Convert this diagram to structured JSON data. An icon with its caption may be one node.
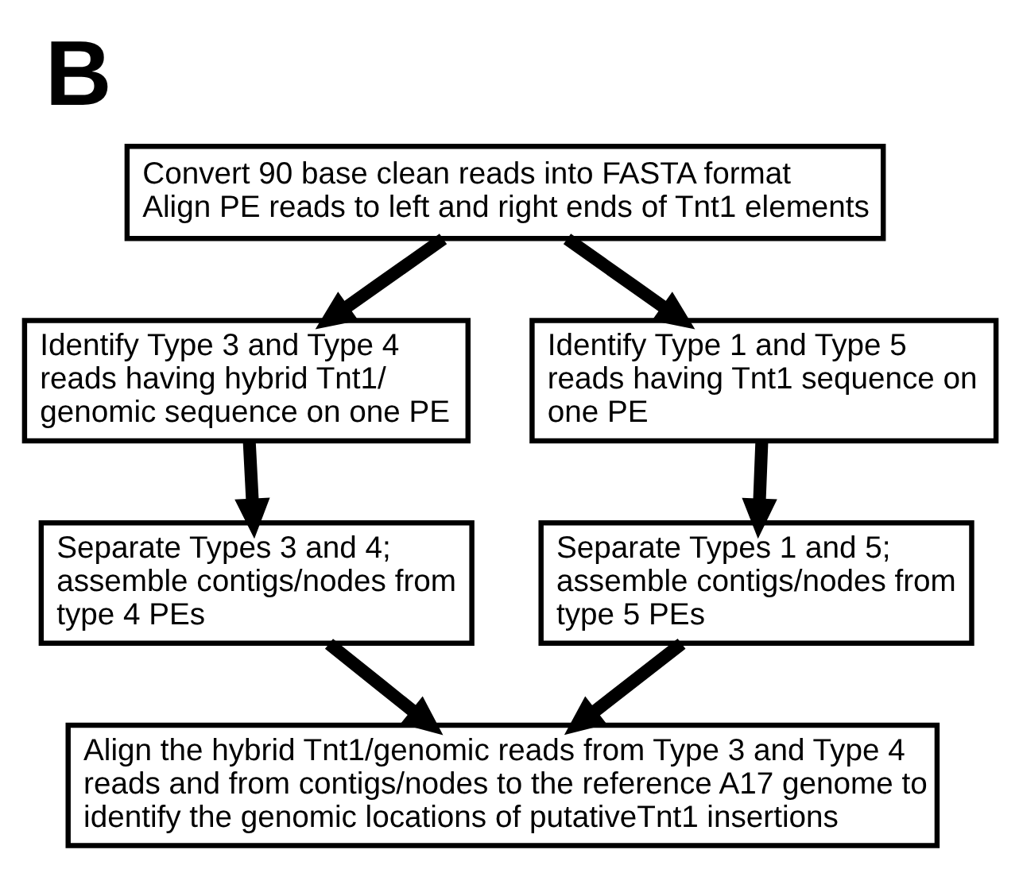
{
  "diagram": {
    "title": "B",
    "nodes": [
      {
        "text": [
          "Convert 90 base clean reads into FASTA format",
          "Align PE reads to left and right ends of Tnt1 elements"
        ]
      },
      {
        "text": [
          "Identify Type 3 and Type 4 reads having hybrid Tnt1/ genomic sequence on one PE"
        ]
      },
      {
        "text": [
          "Identify Type 1 and Type 5 reads having Tnt1 sequence on one PE"
        ]
      },
      {
        "text": [
          "Separate Types 3 and 4; assemble contigs/nodes from type 4 PEs"
        ]
      },
      {
        "text": [
          "Separate Types 1 and 5; assemble contigs/nodes from type 5 PEs"
        ]
      },
      {
        "text": [
          "Align the hybrid Tnt1/genomic reads from Type 3 and Type 4 reads and from contigs/nodes to the reference A17 genome to identify the genomic locations of putativeTnt1 insertions"
        ]
      }
    ],
    "edges": [
      {
        "from": 0,
        "to": 1,
        "arrow": "to"
      },
      {
        "from": 0,
        "to": 2,
        "arrow": "to"
      },
      {
        "from": 1,
        "to": 3,
        "arrow": "to"
      },
      {
        "from": 2,
        "to": 4,
        "arrow": "to"
      },
      {
        "from": 3,
        "to": 5,
        "arrow": "to"
      },
      {
        "from": 4,
        "to": 5,
        "arrow": "to"
      }
    ]
  }
}
